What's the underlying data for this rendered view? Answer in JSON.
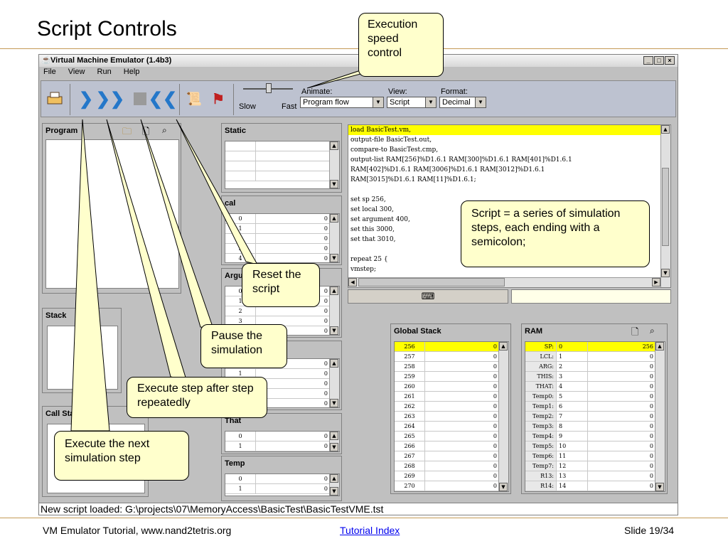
{
  "slide": {
    "title": "Script Controls",
    "footer_left": "VM Emulator Tutorial, www.nand2tetris.org",
    "footer_link": "Tutorial Index",
    "footer_right": "Slide 19/34"
  },
  "window": {
    "title": "Virtual Machine Emulator (1.4b3)",
    "controls": [
      "_",
      "□",
      "×"
    ]
  },
  "menu": [
    "File",
    "View",
    "Run",
    "Help"
  ],
  "toolbar": {
    "slow_label": "Slow",
    "fast_label": "Fast",
    "animate_label": "Animate:",
    "animate_value": "Program flow",
    "view_label": "View:",
    "view_value": "Script",
    "format_label": "Format:",
    "format_value": "Decimal"
  },
  "panels": {
    "program": "Program",
    "stack": "Stack",
    "call_stack": "Call Sta",
    "static": "Static",
    "local": "cal",
    "argument": "Argu",
    "that": "That",
    "temp": "Temp",
    "global_stack": "Global Stack",
    "ram": "RAM"
  },
  "local_rows": [
    [
      "0",
      "0"
    ],
    [
      "1",
      "0"
    ],
    [
      "2",
      "0"
    ],
    [
      "3",
      "0"
    ],
    [
      "4",
      "0"
    ]
  ],
  "argument_rows": [
    [
      "0",
      "0"
    ],
    [
      "1",
      "0"
    ],
    [
      "2",
      "0"
    ],
    [
      "3",
      "0"
    ],
    [
      "4",
      "0"
    ]
  ],
  "this_rows": [
    [
      "0",
      "0"
    ],
    [
      "1",
      "0"
    ],
    [
      "2",
      "0"
    ],
    [
      "3",
      "0"
    ],
    [
      "4",
      "0"
    ]
  ],
  "that_rows": [
    [
      "0",
      "0"
    ],
    [
      "1",
      "0"
    ]
  ],
  "temp_rows": [
    [
      "0",
      "0"
    ],
    [
      "1",
      "0"
    ]
  ],
  "script_lines": [
    "load BasicTest.vm,",
    "output-file BasicTest.out,",
    "compare-to BasicTest.cmp,",
    "output-list RAM[256]%D1.6.1 RAM[300]%D1.6.1 RAM[401]%D1.6.1",
    "        RAM[402]%D1.6.1 RAM[3006]%D1.6.1 RAM[3012]%D1.6.1",
    "        RAM[3015]%D1.6.1 RAM[11]%D1.6.1;",
    "",
    "set sp 256,",
    "set local 300,",
    "set argument 400,",
    "set this 3000,",
    "set that 3010,",
    "",
    "repeat 25 {",
    "  vmstep;"
  ],
  "global_stack": [
    [
      "256",
      "0"
    ],
    [
      "257",
      "0"
    ],
    [
      "258",
      "0"
    ],
    [
      "259",
      "0"
    ],
    [
      "260",
      "0"
    ],
    [
      "261",
      "0"
    ],
    [
      "262",
      "0"
    ],
    [
      "263",
      "0"
    ],
    [
      "264",
      "0"
    ],
    [
      "265",
      "0"
    ],
    [
      "266",
      "0"
    ],
    [
      "267",
      "0"
    ],
    [
      "268",
      "0"
    ],
    [
      "269",
      "0"
    ],
    [
      "270",
      "0"
    ]
  ],
  "ram": [
    [
      "SP:",
      "0",
      "256"
    ],
    [
      "LCL:",
      "1",
      "0"
    ],
    [
      "ARG:",
      "2",
      "0"
    ],
    [
      "THIS:",
      "3",
      "0"
    ],
    [
      "THAT:",
      "4",
      "0"
    ],
    [
      "Temp0:",
      "5",
      "0"
    ],
    [
      "Temp1:",
      "6",
      "0"
    ],
    [
      "Temp2:",
      "7",
      "0"
    ],
    [
      "Temp3:",
      "8",
      "0"
    ],
    [
      "Temp4:",
      "9",
      "0"
    ],
    [
      "Temp5:",
      "10",
      "0"
    ],
    [
      "Temp6:",
      "11",
      "0"
    ],
    [
      "Temp7:",
      "12",
      "0"
    ],
    [
      "R13:",
      "13",
      "0"
    ],
    [
      "R14:",
      "14",
      "0"
    ]
  ],
  "status": "New script loaded: G:\\projects\\07\\MemoryAccess\\BasicTest\\BasicTestVME.tst",
  "callouts": {
    "speed": "Execution speed control",
    "script": "Script = a series of simulation steps, each ending with a semicolon;",
    "reset": "Reset the script",
    "pause": "Pause the simulation",
    "repeat": "Execute step after step repeatedly",
    "next": "Execute the next simulation step"
  },
  "colors": {
    "highlight": "#ffff00",
    "callout": "#ffffcc",
    "accent": "#2477c9"
  }
}
